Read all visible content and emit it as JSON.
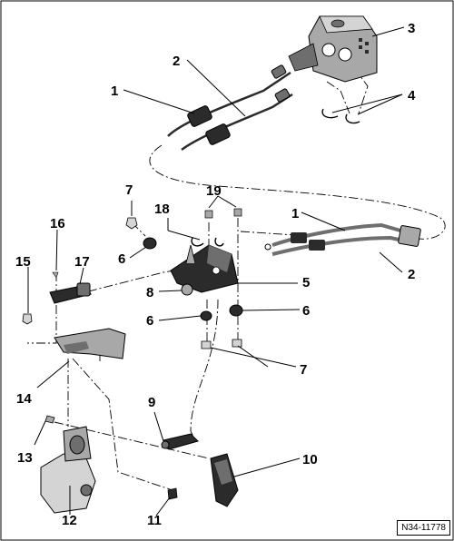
{
  "figure": {
    "reference_code": "N34-11778"
  },
  "callouts": {
    "n1a": "1",
    "n1b": "1",
    "n2a": "2",
    "n2b": "2",
    "n3": "3",
    "n4": "4",
    "n5": "5",
    "n6a": "6",
    "n6b": "6",
    "n6c": "6",
    "n7a": "7",
    "n7b": "7",
    "n8": "8",
    "n9": "9",
    "n10": "10",
    "n11": "11",
    "n12": "12",
    "n13": "13",
    "n14": "14",
    "n15": "15",
    "n16": "16",
    "n17": "17",
    "n18": "18",
    "n19": "19"
  },
  "colors": {
    "line": "#000000",
    "part_dark": "#2b2b2b",
    "part_mid": "#6e6e6e",
    "part_light": "#a8a8a8",
    "part_pale": "#d4d4d4"
  }
}
